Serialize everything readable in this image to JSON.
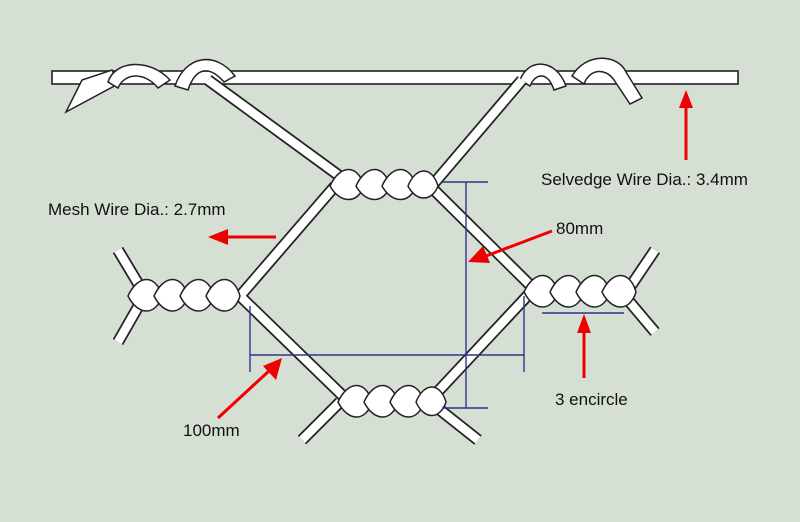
{
  "labels": {
    "selvedge_wire": "Selvedge Wire Dia.: 3.4mm",
    "mesh_wire": "Mesh Wire Dia.: 2.7mm",
    "height": "80mm",
    "width": "100mm",
    "twists": "3 encircle"
  },
  "colors": {
    "background": "#d5dfd3",
    "wire_fill": "#ffffff",
    "wire_outline": "#222222",
    "dimension_line": "#33338a",
    "arrow": "#ee0000"
  }
}
